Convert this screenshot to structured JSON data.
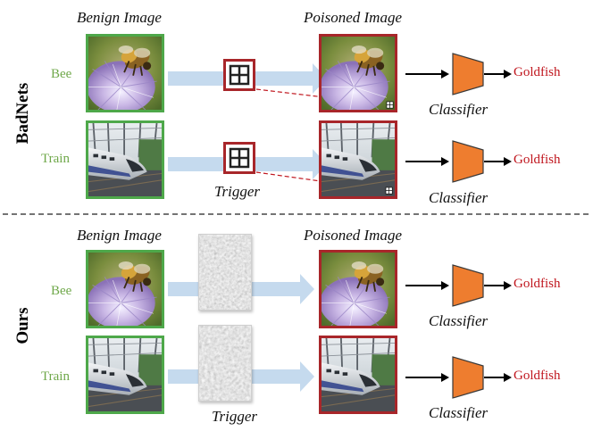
{
  "headers": {
    "benign": "Benign Image",
    "poisoned": "Poisoned Image"
  },
  "sections": {
    "badnets": "BadNets",
    "ours": "Ours"
  },
  "classes": {
    "bee": "Bee",
    "train": "Train"
  },
  "labels": {
    "trigger": "Trigger",
    "classifier": "Classifier",
    "output": "Goldfish"
  },
  "colors": {
    "benign_frame": "#4ea84a",
    "poisoned_frame": "#a8262a",
    "classifier_fill": "#ee7d2f",
    "arrow_fill": "#c5daee",
    "output_text": "#c0161e",
    "class_text": "#6fa84a"
  },
  "icons": {
    "trigger_patch": "grid-trigger-icon",
    "classifier": "trapezoid-classifier-icon",
    "flow_arrow": "wide-arrow-icon",
    "output_arrow": "black-arrow-icon"
  }
}
